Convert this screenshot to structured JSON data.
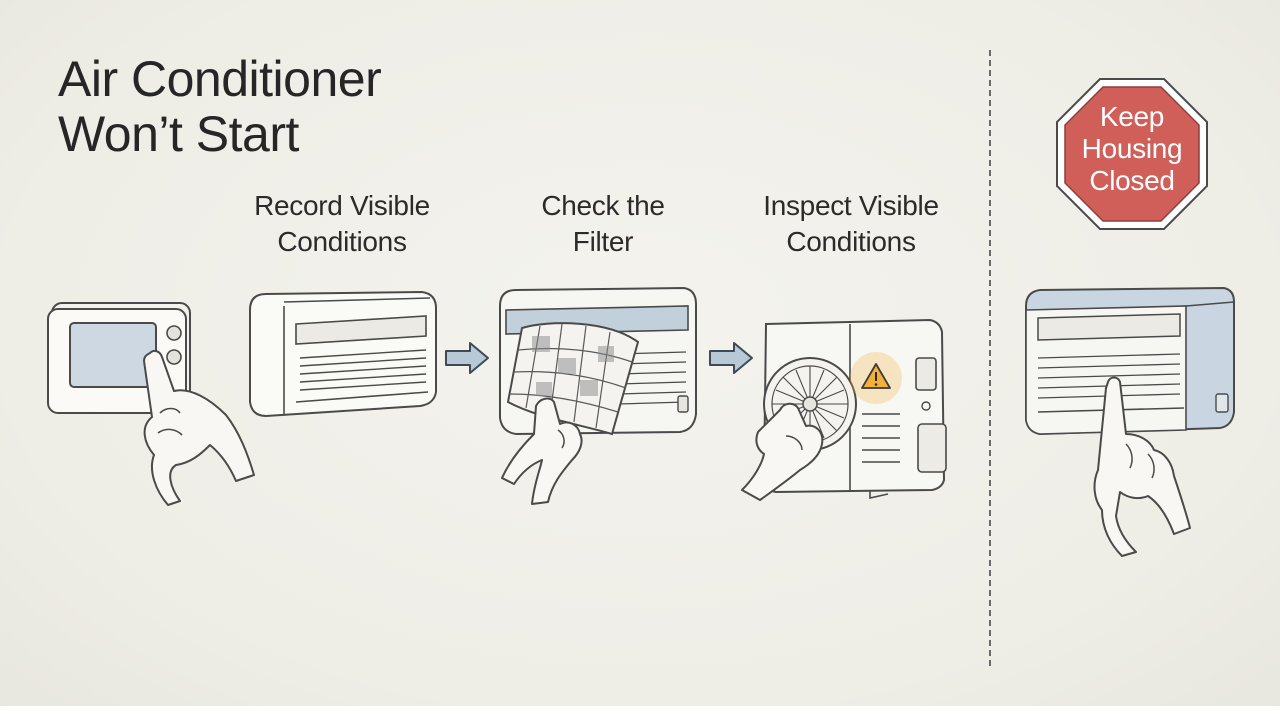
{
  "title": {
    "line1": "Air Conditioner",
    "line2": "Won’t Start"
  },
  "steps": [
    {
      "line1": "Record Visible",
      "line2": "Conditions"
    },
    {
      "line1": "Check the",
      "line2": "Filter"
    },
    {
      "line1": "Inspect Visible",
      "line2": "Conditions"
    }
  ],
  "warning_sign": {
    "line1": "Keep",
    "line2": "Housing",
    "line3": "Closed",
    "color": "#cf5f58"
  },
  "icons": [
    "thermostat-icon",
    "indoor-unit-icon",
    "arrow-right-icon",
    "filter-icon",
    "outdoor-unit-icon",
    "warning-triangle-icon",
    "pointing-hand-icon",
    "stop-sign-icon"
  ],
  "colors": {
    "unit_blue": "#c9d6e2",
    "warning_amber": "#f3b13c",
    "background": "#f1f0ea"
  }
}
